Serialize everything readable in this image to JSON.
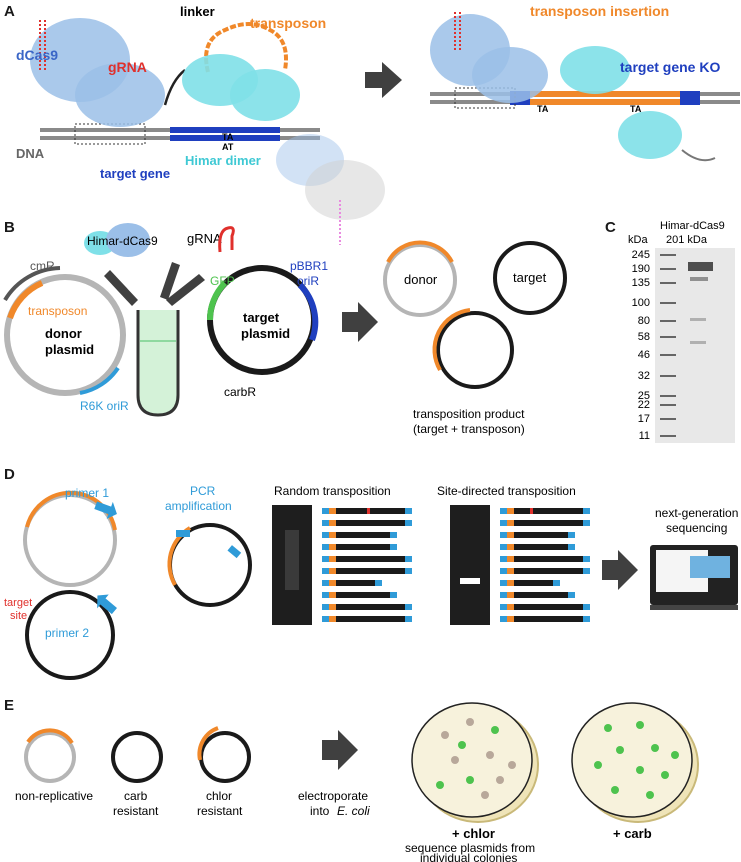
{
  "colors": {
    "orange": "#f0882a",
    "blue": "#2f9bd8",
    "darkblue": "#1f3fbf",
    "red": "#e0302c",
    "gray": "#b5b5b5",
    "dcas9": "#9bbfe8",
    "himar": "#7fe0e8",
    "green": "#4ec34e",
    "arrow": "#404040"
  },
  "panels": [
    "A",
    "B",
    "C",
    "D",
    "E"
  ],
  "panel_a": {
    "dcas9": "dCas9",
    "grna": "gRNA",
    "linker": "linker",
    "transposon": "transposon",
    "dna": "DNA",
    "target_gene": "target gene",
    "himar_dimer": "Himar dimer",
    "transposon_insertion": "transposon insertion",
    "target_gene_ko": "target gene KO",
    "ta": "TA",
    "at": "AT"
  },
  "panel_b": {
    "himar_dcas9": "Himar-dCas9",
    "grna": "gRNA",
    "cmr": "cmR",
    "transposon": "transposon",
    "donor_plasmid_1": "donor",
    "donor_plasmid_2": "plasmid",
    "r6k": "R6K oriR",
    "gfp": "GFP",
    "pbbr1_1": "pBBR1",
    "pbbr1_2": "oriR",
    "target_plasmid_1": "target",
    "target_plasmid_2": "plasmid",
    "carbr": "carbR",
    "donor": "donor",
    "target": "target",
    "product_1": "transposition product",
    "product_2": "(target + transposon)"
  },
  "panel_c": {
    "protein": "Himar-dCas9",
    "size": "201 kDa",
    "unit": "kDa",
    "ladder": [
      "245",
      "190",
      "135",
      "100",
      "80",
      "58",
      "46",
      "32",
      "25",
      "22",
      "17",
      "11"
    ]
  },
  "panel_d": {
    "primer1": "primer 1",
    "primer2": "primer 2",
    "target_site_1": "target",
    "target_site_2": "site",
    "pcr_1": "PCR",
    "pcr_2": "amplification",
    "random": "Random transposition",
    "site_directed": "Site-directed transposition",
    "ngs_1": "next-generation",
    "ngs_2": "sequencing"
  },
  "panel_e": {
    "nonrep": "non-replicative",
    "carb_1": "carb",
    "carb_2": "resistant",
    "chlor_1": "chlor",
    "chlor_2": "resistant",
    "electro_1": "electroporate",
    "electro_2": "into",
    "ecoli": "E. coli",
    "plus_chlor": "+ chlor",
    "plus_carb": "+ carb",
    "seq_1": "sequence plasmids from",
    "seq_2": "individual colonies"
  }
}
